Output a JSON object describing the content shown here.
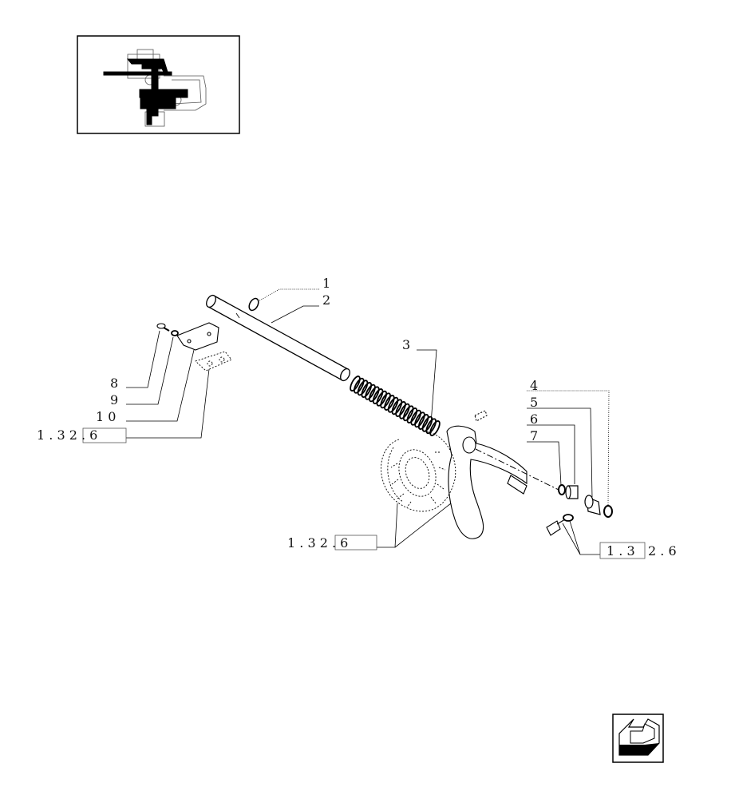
{
  "callouts": {
    "c1": "1",
    "c2": "2",
    "c3": "3",
    "c4": "4",
    "c5": "5",
    "c6": "6",
    "c7": "7",
    "c8": "8",
    "c9": "9",
    "c10": "1 0"
  },
  "references": {
    "left": {
      "boxed": "1 . 3 2 . 6"
    },
    "bottom": {
      "boxed": "1 . 3 2 . 6"
    },
    "right": {
      "boxed": "1 . 3",
      "tail": "2 . 6"
    }
  },
  "icons": {
    "thumbnail": "assembly-location-thumbnail",
    "nav": "back-arrow-icon"
  }
}
